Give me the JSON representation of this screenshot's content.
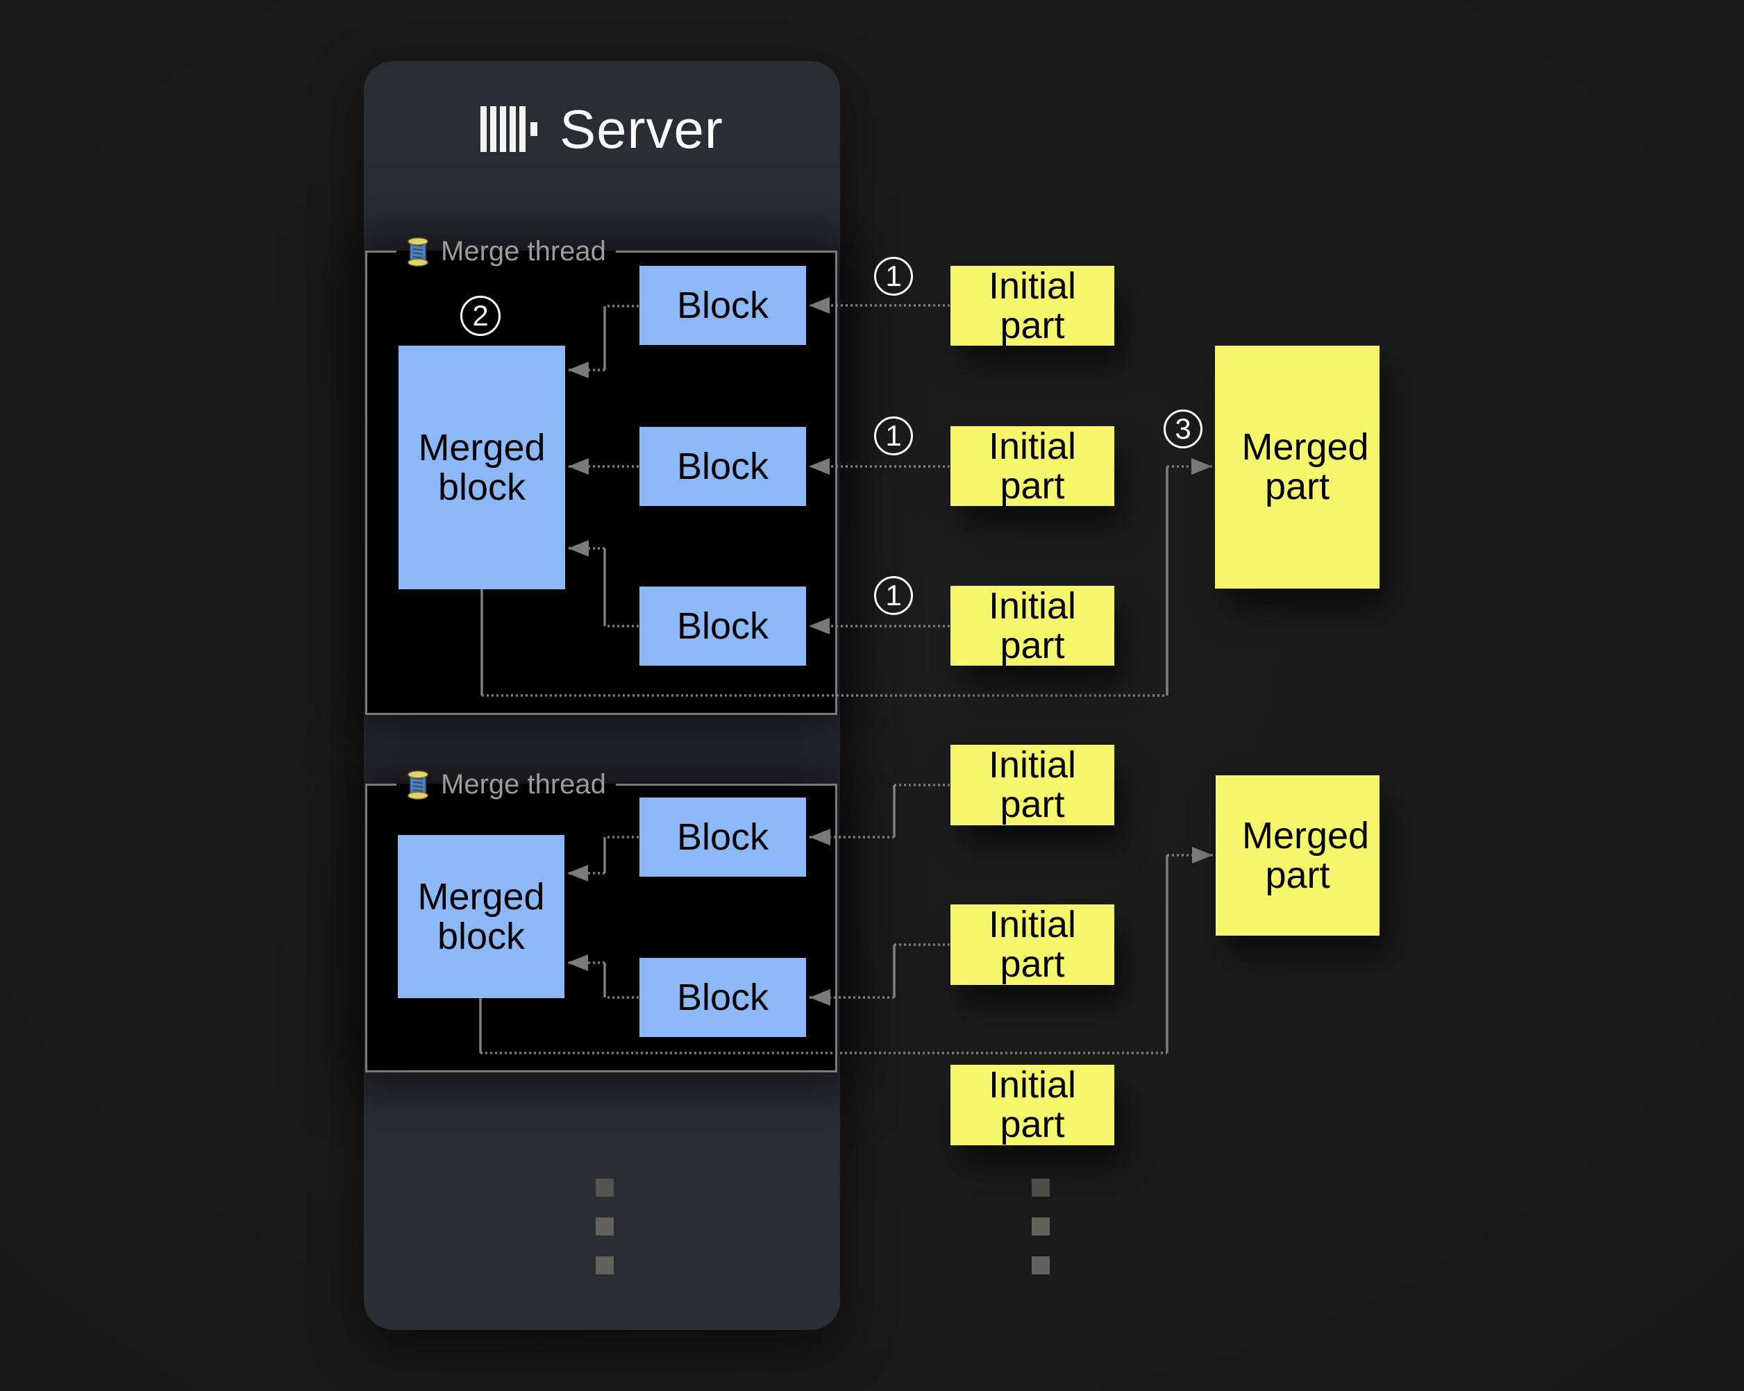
{
  "colors": {
    "page_bg": "#1a1a1a",
    "server_bg": "#2a2d34",
    "panel_bg": "#000000",
    "panel_border": "#7b7b7b",
    "thread_label_gray": "#9c9c9c",
    "block_blue": "#8cb8f8",
    "part_yellow": "#f6f66c",
    "arrow_gray": "#7e7e7e",
    "title_white": "#ffffff"
  },
  "server": {
    "title": "Server",
    "logo": "clickhouse-bars-logo"
  },
  "merge_threads": [
    {
      "label": "Merge thread",
      "icon": "thread-spool-icon",
      "merged_block": "Merged block",
      "blocks": [
        "Block",
        "Block",
        "Block"
      ]
    },
    {
      "label": "Merge thread",
      "icon": "thread-spool-icon",
      "merged_block": "Merged block",
      "blocks": [
        "Block",
        "Block"
      ]
    }
  ],
  "initial_parts": {
    "top": [
      "Initial part",
      "Initial part",
      "Initial part"
    ],
    "bottom": [
      "Initial part",
      "Initial part",
      "Initial part"
    ]
  },
  "merged_parts": [
    "Merged part",
    "Merged part"
  ],
  "step_markers": {
    "insert_part": "1",
    "merge_blocks": "2",
    "write_merged_part": "3"
  }
}
